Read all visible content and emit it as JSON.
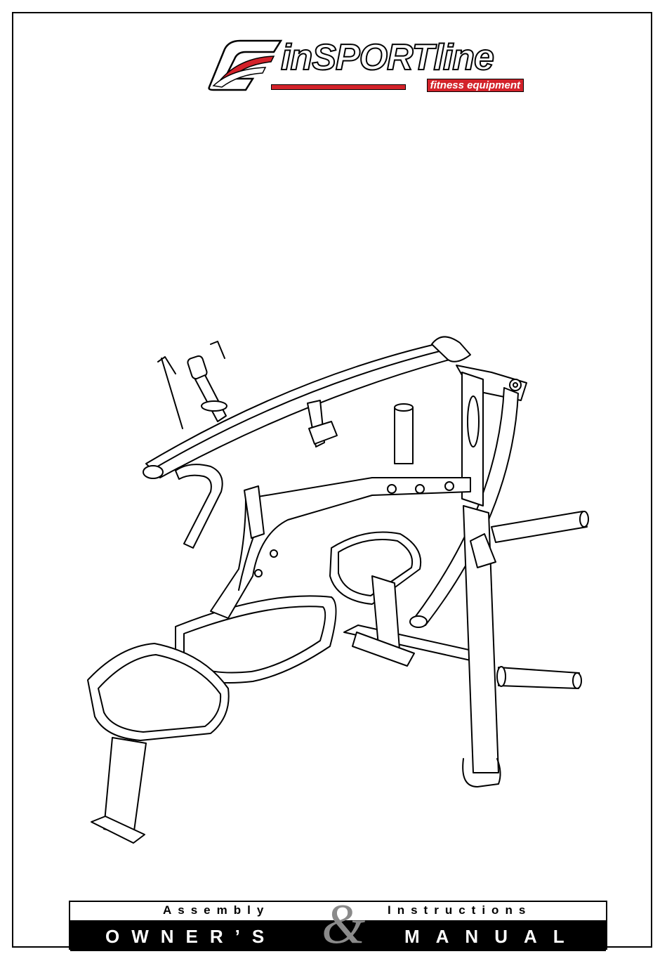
{
  "logo": {
    "brand": "inSPORTline",
    "tagline": "fitness equipment",
    "colors": {
      "accent": "#d3222a",
      "outline": "#000000"
    }
  },
  "illustration": {
    "subject": "line drawing of a plate-loaded bench press machine"
  },
  "banner": {
    "assembly": "Assembly",
    "ampersand": "&",
    "instructions": "Instructions",
    "owners": "OWNER’S",
    "manual": "MANUAL"
  }
}
